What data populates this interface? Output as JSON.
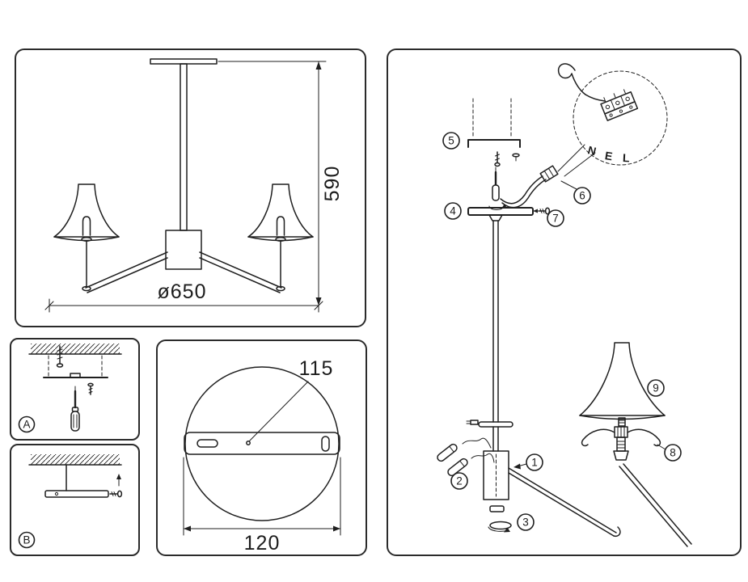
{
  "colors": {
    "line": "#1f1f1f",
    "panel_border": "#2b2b2b",
    "background": "#ffffff"
  },
  "overview_panel": {
    "height_dim": "590",
    "diameter_dim": "ø650"
  },
  "mount_detail_a": {
    "badge": "A"
  },
  "mount_detail_b": {
    "badge": "B"
  },
  "plate_detail": {
    "dim_plate_width": "115",
    "dim_hole_spacing": "120"
  },
  "assembly_panel": {
    "steps": [
      "1",
      "2",
      "3",
      "4",
      "5",
      "6",
      "7",
      "8",
      "9"
    ],
    "terminal_labels": {
      "neutral": "N",
      "earth": "E",
      "live": "L"
    }
  }
}
